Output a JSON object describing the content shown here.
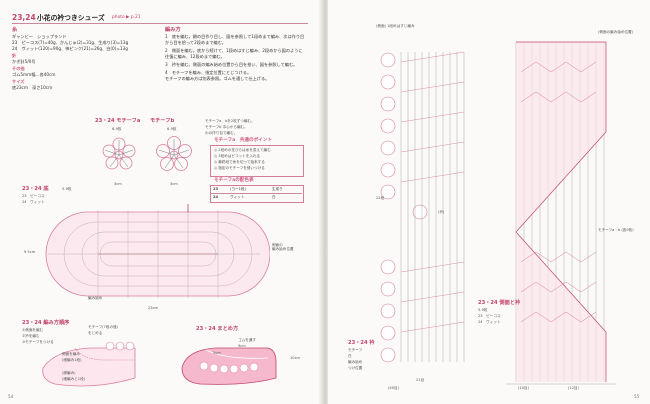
{
  "left_page": {
    "title_numbers": "23,24",
    "title": "小花の衿つきシューズ",
    "photo_ref": "photo ▶ p.21",
    "materials": {
      "heading": "糸",
      "lines": [
        "ギャンビー　ショップランド",
        "23　ピーコス(7)=40g、かんじゅ(2)=31g、生成り(3)=13g",
        "24　ヴィット(120)=90g、柿ピンク(21)=26g、白(0)=13g",
        "針",
        "かぎ針5/0号",
        "その他",
        "ゴム5mm幅…各40cm",
        "サイズ",
        "底23cm　深さ10cm"
      ]
    },
    "method": {
      "heading": "編み方",
      "lines": [
        "1　底を編む。鎖の目作り目し、図を参照して1段めまで編み、次は作り目",
        "から目を拾って2段めまで編む。",
        "2　側面を編む。底から続けて、1段めはすじ編み、2段めから図のように",
        "往復に編み、12段めまで編む。",
        "3　衿を編む。側面の編み始め位置から目を拾い、図を参照して編む。",
        "4　モチーフを編み、指定位置にとじつける。",
        "モチーフの編み方は別表参照。ゴムを通して仕上げる。"
      ]
    },
    "motif_section": {
      "heading": "23・24 モチーフa",
      "sub": "モチーフb",
      "label_a": "6-9枚",
      "label_b": "6-9枚",
      "size_a": "3cm",
      "size_b": "3cm",
      "notes": [
        "モチーフa、bを2枚ずつ編む。",
        "モチーフb 中心から編む。",
        "わの作り目で編む。"
      ]
    },
    "color_table": {
      "heading": "モチーフaの配色表",
      "rows": [
        {
          "no": "23",
          "c1": "(ヨー1段)",
          "c2": "生成り"
        },
        {
          "no": "24",
          "c1": "ヴィット",
          "c2": "白"
        }
      ]
    },
    "point": {
      "heading": "モチーフa　共通のポイント",
      "lines": [
        "◎ 2段めの花びらは糸を変えて編む",
        "◎ 3段めはピコットを入れる",
        "◎ 最終段で糸を切って始末する",
        "◎ 指定のモチーフを縫いつける"
      ]
    },
    "sole": {
      "heading": "23・24 底",
      "count": "5-9枚",
      "legend": [
        "23　ピーコス",
        "24　ヴィット"
      ],
      "width_label": "23cm",
      "height_label": "9.5cm",
      "side_label": "側面の\n編み始め位置",
      "start_label": "編み始め"
    },
    "assembly": {
      "heading": "23・24 編み方順序",
      "steps": [
        "①側面を編む",
        "②衿を編む",
        "③モチーフをつける"
      ],
      "lines": [
        "側面を編み",
        "(細編み1段)",
        "(縁編み)",
        "(細編みと1段)"
      ],
      "motif_note": "モチーフ(7段の縫)",
      "motif_note2": "をとめる"
    },
    "finish": {
      "heading": "23・24 まとめ方",
      "length": "5cm",
      "depth": "10cm",
      "depth2": "9cm",
      "note": "ゴムを通す"
    },
    "page_no": "54"
  },
  "right_page": {
    "chart1_labels": [
      "(側面) 1段めはすじ編み",
      "22段",
      "(衿)"
    ],
    "chart2_labels": [
      "(側面の編み始め位置)",
      "モチーフa・b (各9枚)"
    ],
    "bottom_left": [
      "23・24 衿",
      "モチーフ",
      "白",
      "編み始め",
      "つけ位置",
      "21目"
    ],
    "bottom_right": [
      "23・24 側面と衿",
      "5-9枚",
      "23　ピーコス",
      "24　ヴィット"
    ],
    "foot_labels": [
      "(12目)",
      "(10目)",
      "(40目)"
    ],
    "page_no": "55"
  }
}
